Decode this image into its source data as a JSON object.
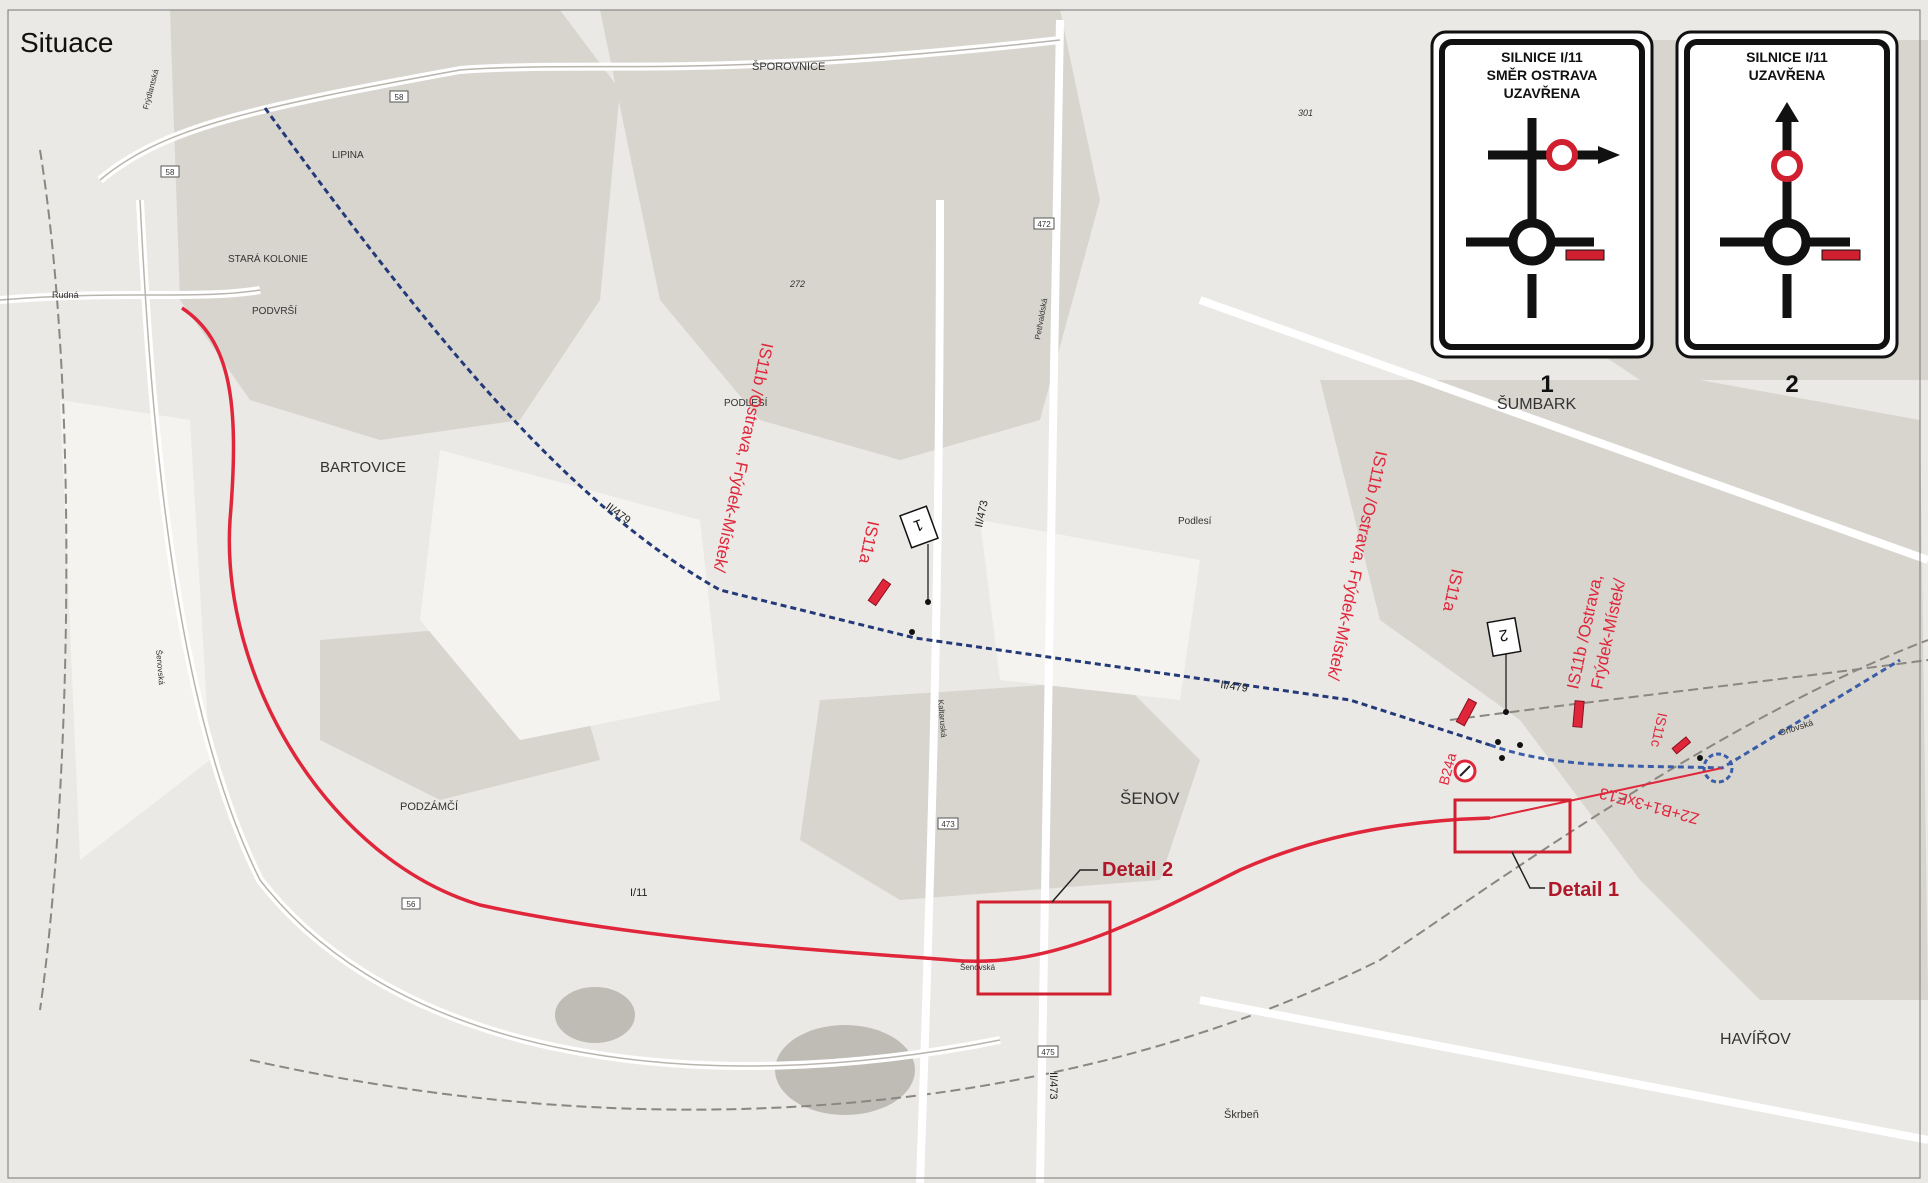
{
  "title": "Situace",
  "places": {
    "sporovnice": "ŠPOROVNICE",
    "lipina": "LIPINA",
    "stara_kolonie": "STARÁ KOLONIE",
    "podvrsi": "PODVRŠÍ",
    "podlesi": "PODLESÍ",
    "podlesi2": "Podlesí",
    "bartovice": "BARTOVICE",
    "podzamci": "PODZÁMČÍ",
    "senov": "ŠENOV",
    "sumbark": "ŠUMBARK",
    "havirov": "HAVÍŘOV",
    "skrben": "Škrbeň",
    "rudna": "Rudná",
    "orlovska": "Orlovská",
    "senovska": "Šenovská",
    "fryda": "Frýdlantská",
    "petrvaldska": "Petřvaldská",
    "kaltaruska": "Kaltaruská",
    "elev_301": "301",
    "elev_272": "272"
  },
  "roads": {
    "r479_a": "II/479",
    "r479_b": "II/479",
    "r473": "II/473",
    "r473_b": "II/473",
    "i11": "I/11",
    "shield_58": "58",
    "shield_472": "472",
    "shield_473": "473",
    "shield_475": "475",
    "shield_56": "56"
  },
  "annotations": {
    "is11a_1": "IS11a",
    "is11b_1": "IS11b /Ostrava, Frýdek-Místek/",
    "is11a_2": "IS11a",
    "is11b_2a": "IS11b /Ostrava, Frýdek-Místek/",
    "is11b_3a": "IS11b /Ostrava,",
    "is11b_3b": "Frýdek-Místek/",
    "is11c": "IS11c",
    "b24a": "B24a",
    "z2": "Z2+B1+3xE13",
    "detail1": "Detail 1",
    "detail2": "Detail 2",
    "marker1": "1",
    "marker2": "2"
  },
  "signs": [
    {
      "lines": [
        "SILNICE I/11",
        "SMĚR OSTRAVA",
        "UZAVŘENA"
      ],
      "number": "1"
    },
    {
      "lines": [
        "SILNICE I/11",
        "UZAVŘENA"
      ],
      "number": "2"
    }
  ],
  "colors": {
    "closure_route": "#e0263a",
    "detour_route": "#243a78",
    "detail_box": "#d02030",
    "map_bg": "#eae8e4"
  }
}
